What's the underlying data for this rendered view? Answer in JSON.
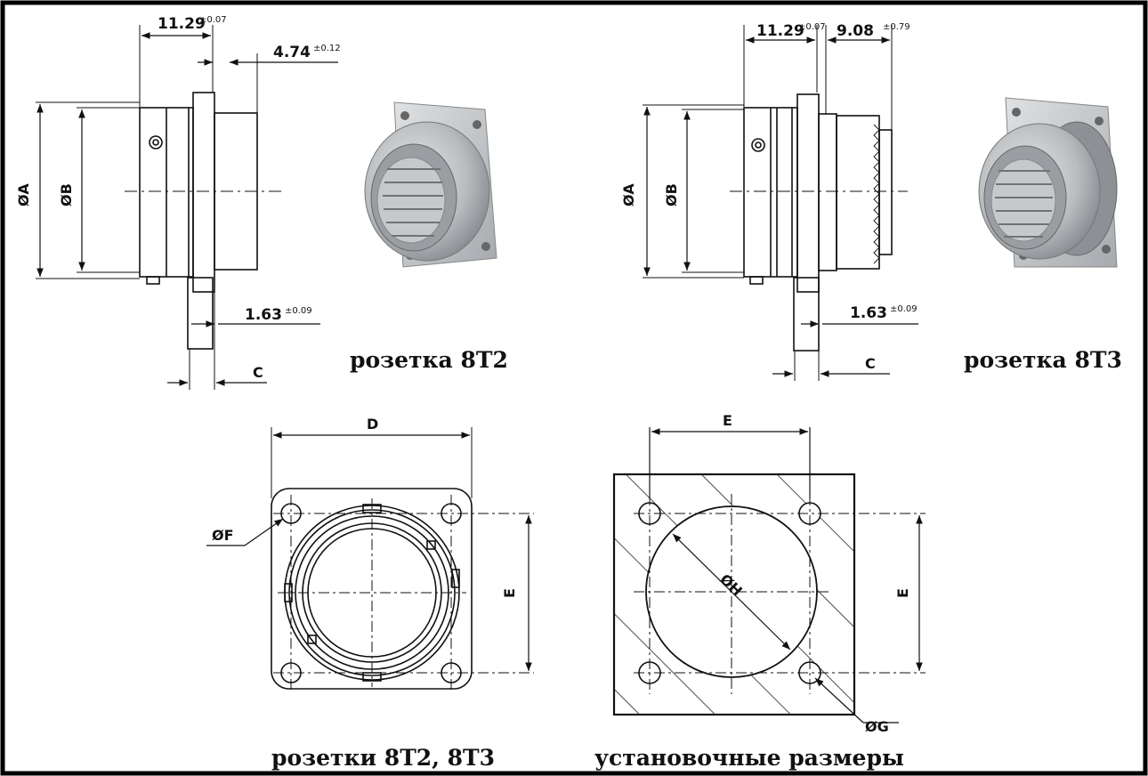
{
  "labels": {
    "oa": "ØA",
    "ob": "ØB",
    "c": "C",
    "d": "D",
    "e": "E",
    "of": "ØF",
    "og": "ØG",
    "oh": "ØH"
  },
  "dims": {
    "d1129": "11.29",
    "d1129_tol": "±0.07",
    "d474": "4.74",
    "d474_tol": "±0.12",
    "d163": "1.63",
    "d163_tol": "±0.09",
    "d908": "9.08",
    "d908_tol": "±0.79"
  },
  "captions": {
    "socket_8t2": "розетка 8Т2",
    "socket_8t3": "розетка 8Т3",
    "sockets_front": "розетки 8Т2, 8Т3",
    "mounting": "установочные размеры"
  },
  "colors": {
    "line": "#111111",
    "metal": "#b9bcbf",
    "metal_dark": "#7d8186",
    "border": "#000000"
  }
}
